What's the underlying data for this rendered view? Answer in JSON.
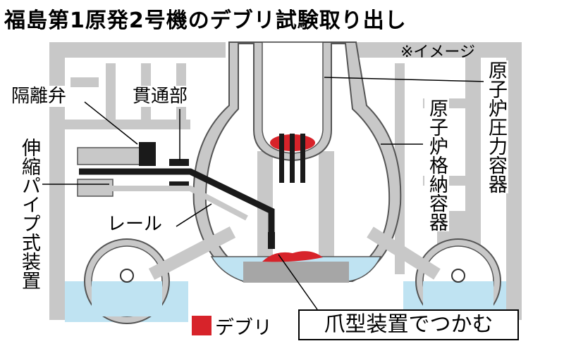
{
  "title": "福島第1原発2号機のデブリ試験取り出し",
  "note": "※イメージ",
  "labels": {
    "isolation_valve": "隔離弁",
    "penetration": "貫通部",
    "telescopic_pipe": "伸縮パイプ式装置",
    "rail": "レール",
    "rpv": "原子炉圧力容器",
    "pcv": "原子炉格納容器"
  },
  "legend": {
    "debris": "デブリ",
    "debris_color": "#d7232a"
  },
  "callout": "爪型装置でつかむ",
  "colors": {
    "structure_gray": "#c8c8c8",
    "water_blue": "#bfe3f2",
    "debris_red": "#d7232a",
    "line_black": "#1a1a1a"
  }
}
